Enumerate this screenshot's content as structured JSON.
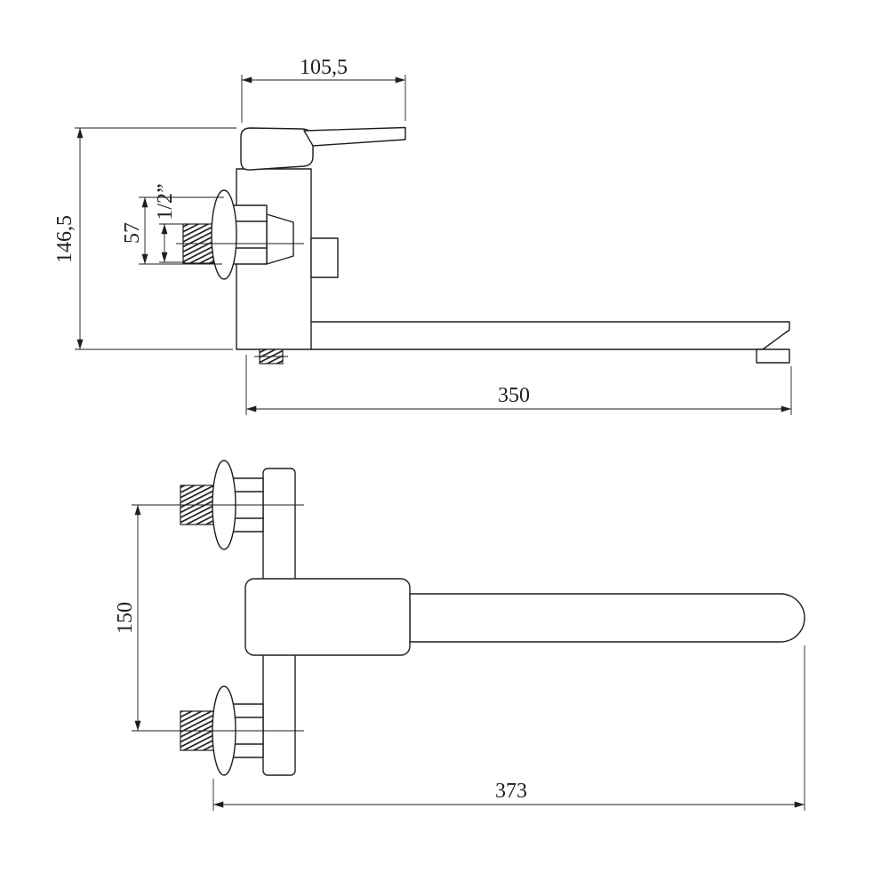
{
  "page": {
    "background_color": "#ffffff",
    "line_color": "#1e1e1e"
  },
  "drawing": {
    "side_view": {
      "handle_length": "105,5",
      "overall_height": "146,5",
      "connector_height": "57",
      "thread_size": "1/2”",
      "spout_reach": "350"
    },
    "plan_view": {
      "connection_spacing": "150",
      "overall_length": "373"
    }
  }
}
